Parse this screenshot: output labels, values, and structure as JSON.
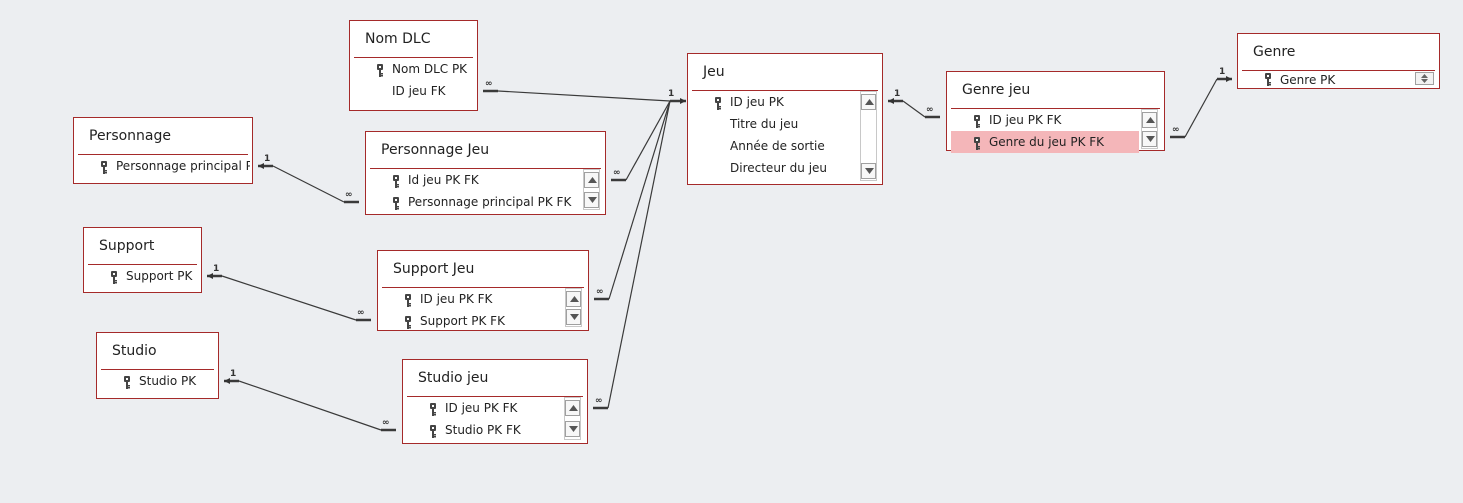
{
  "tables": {
    "nom_dlc": {
      "title": "Nom DLC",
      "fields": [
        {
          "name": "Nom DLC PK",
          "key": true
        },
        {
          "name": "ID jeu FK",
          "key": false
        }
      ]
    },
    "personnage": {
      "title": "Personnage",
      "fields": [
        {
          "name": "Personnage principal P",
          "key": true
        }
      ]
    },
    "personnage_jeu": {
      "title": "Personnage Jeu",
      "fields": [
        {
          "name": "Id jeu PK FK",
          "key": true
        },
        {
          "name": "Personnage principal PK FK",
          "key": true
        }
      ]
    },
    "support": {
      "title": "Support",
      "fields": [
        {
          "name": "Support PK",
          "key": true
        }
      ]
    },
    "support_jeu": {
      "title": "Support Jeu",
      "fields": [
        {
          "name": "ID jeu PK FK",
          "key": true
        },
        {
          "name": "Support PK FK",
          "key": true
        }
      ]
    },
    "studio": {
      "title": "Studio",
      "fields": [
        {
          "name": "Studio PK",
          "key": true
        }
      ]
    },
    "studio_jeu": {
      "title": "Studio jeu",
      "fields": [
        {
          "name": "ID jeu PK FK",
          "key": true
        },
        {
          "name": "Studio PK FK",
          "key": true
        }
      ]
    },
    "jeu": {
      "title": "Jeu",
      "fields": [
        {
          "name": "ID jeu PK",
          "key": true
        },
        {
          "name": "Titre du jeu",
          "key": false
        },
        {
          "name": "Année de sortie",
          "key": false
        },
        {
          "name": "Directeur du jeu",
          "key": false
        }
      ]
    },
    "genre_jeu": {
      "title": "Genre jeu",
      "fields": [
        {
          "name": "ID jeu PK FK",
          "key": true
        },
        {
          "name": "Genre du jeu PK FK",
          "key": true
        }
      ]
    },
    "genre": {
      "title": "Genre",
      "fields": [
        {
          "name": "Genre PK",
          "key": true
        }
      ]
    }
  },
  "cardinality": {
    "one": "1",
    "many": "∞"
  },
  "colors": {
    "border": "#a52a2a",
    "selected_row": "#f4b6b9",
    "line": "#333333",
    "background": "#eceef1"
  }
}
